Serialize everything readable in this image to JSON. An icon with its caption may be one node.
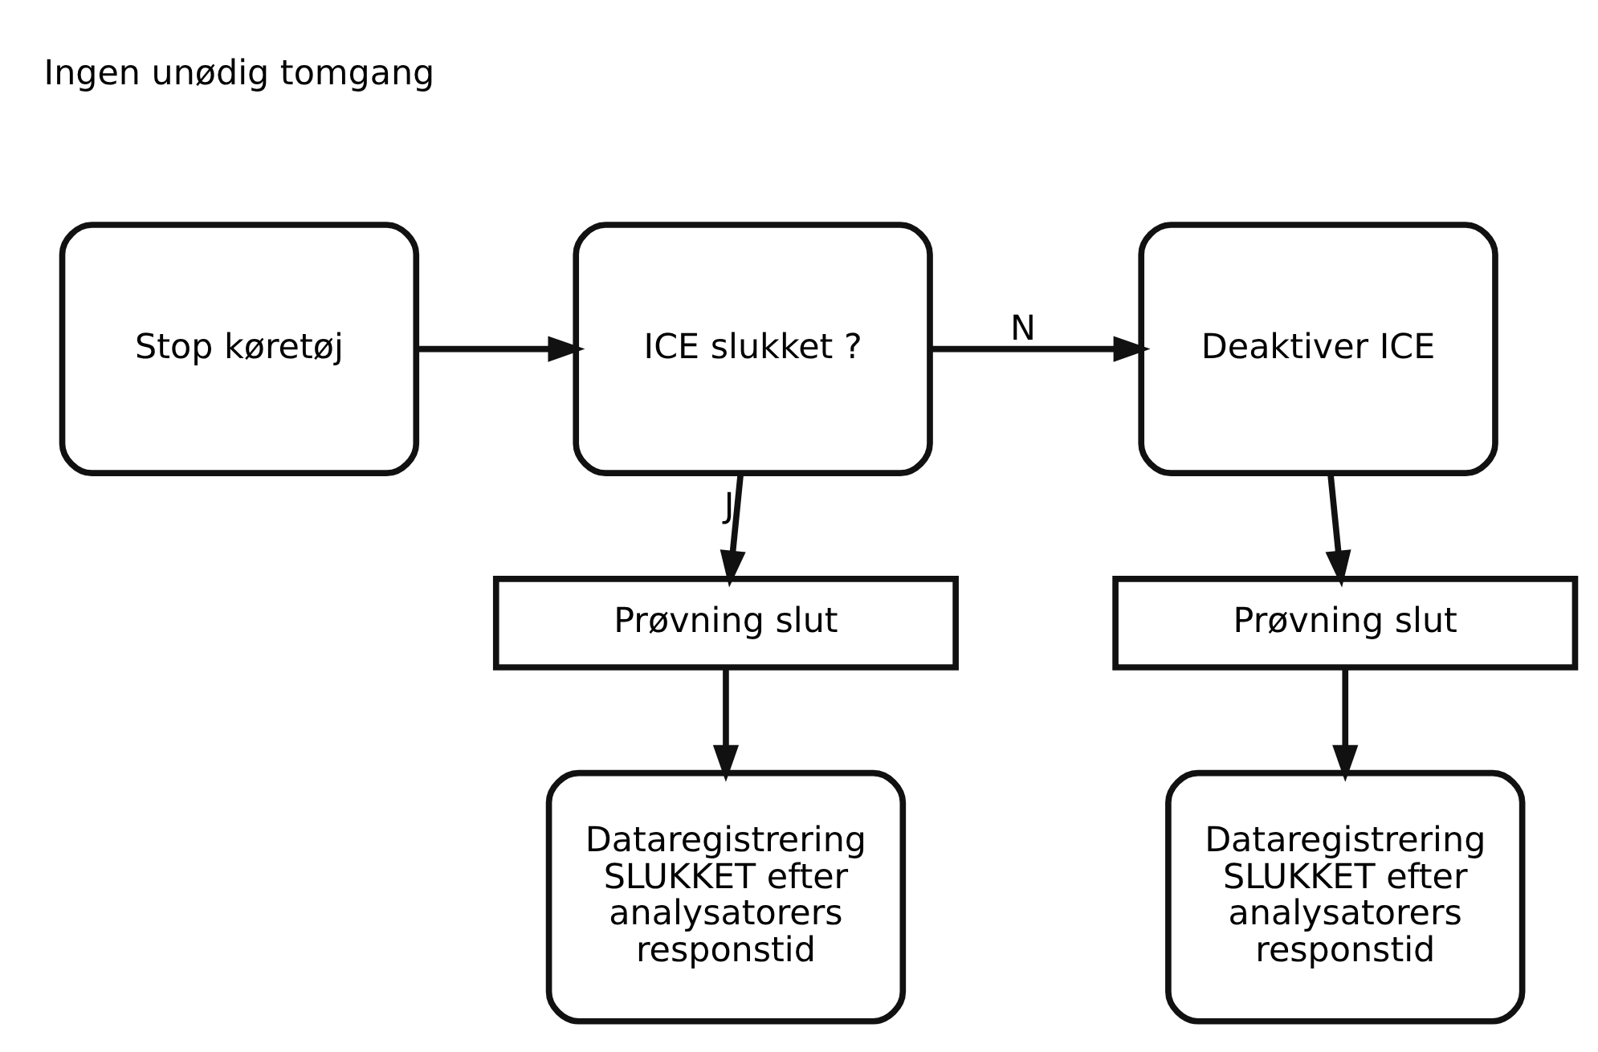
{
  "diagram": {
    "nodes": [
      {
        "text": [
          "Stop køretøj"
        ]
      },
      {
        "text": [
          "ICE slukket ?"
        ]
      },
      {
        "text": [
          "Deaktiver ICE"
        ]
      },
      {
        "text": [
          "Prøvning slut"
        ]
      },
      {
        "text": [
          "Prøvning slut"
        ]
      },
      {
        "text": [
          "Dataregistrering SLUKKET efter analysatorers responstid"
        ]
      },
      {
        "text": [
          "Dataregistrering SLUKKET efter analysatorers responstid"
        ]
      }
    ],
    "edges": [
      {
        "from": 0,
        "to": 1,
        "arrow": "to"
      },
      {
        "from": 1,
        "to": 2,
        "arrow": "to",
        "label": "N"
      },
      {
        "from": 1,
        "to": 3,
        "arrow": "to",
        "label": "J"
      },
      {
        "from": 2,
        "to": 4,
        "arrow": "to"
      },
      {
        "from": 3,
        "to": 5,
        "arrow": "to"
      },
      {
        "from": 4,
        "to": 6,
        "arrow": "to"
      }
    ],
    "labels": [
      "Ingen unødig tomgang"
    ]
  }
}
